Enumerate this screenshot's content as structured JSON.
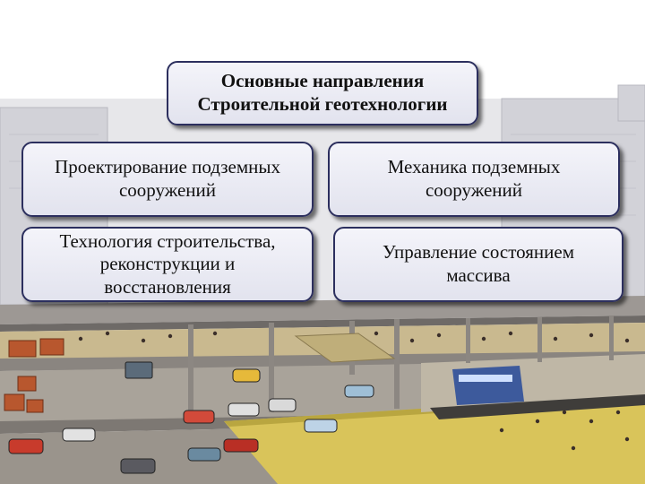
{
  "diagram": {
    "root": {
      "line1": "Основные направления",
      "line2": "Строительной геотехнологии"
    },
    "items": [
      {
        "line1": "Проектирование подземных",
        "line2": "сооружений",
        "line3": ""
      },
      {
        "line1": "Механика подземных",
        "line2": "сооружений",
        "line3": ""
      },
      {
        "line1": "Технология строительства,",
        "line2": "реконструкции и",
        "line3": "восстановления"
      },
      {
        "line1": "Управление состоянием",
        "line2": "массива",
        "line3": ""
      }
    ]
  },
  "colors": {
    "box_border": "#2c2f5e",
    "box_fill": "#e2e3ee",
    "floor_yellow": "#d9c45a",
    "slab_gray": "#8e8a86"
  },
  "background_image": "underground-station-cutaway-illustration"
}
